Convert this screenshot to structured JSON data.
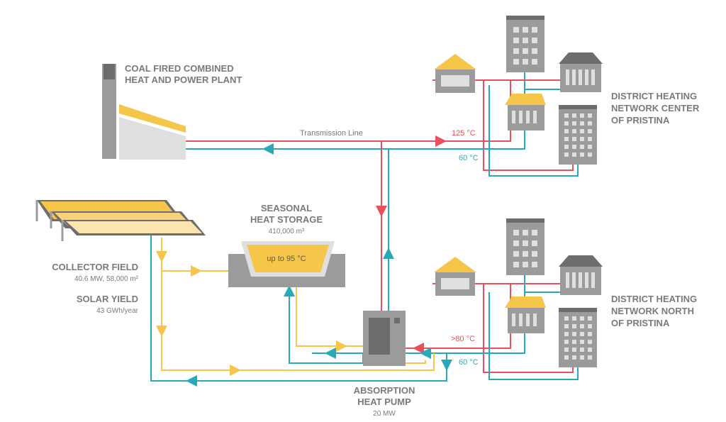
{
  "plant": {
    "title_line1": "COAL FIRED COMBINED",
    "title_line2": "HEAT AND POWER PLANT"
  },
  "transmission": {
    "label": "Transmission Line",
    "supply_temp": "125 °C",
    "return_temp": "60 °C"
  },
  "network_center": {
    "line1": "DISTRICT HEATING",
    "line2": "NETWORK CENTER",
    "line3": "OF PRISTINA"
  },
  "network_north": {
    "line1": "DISTRICT HEATING",
    "line2": "NETWORK NORTH",
    "line3": "OF PRISTINA",
    "supply_temp": ">80 °C",
    "return_temp": "60 °C"
  },
  "storage": {
    "title_line1": "SEASONAL",
    "title_line2": "HEAT STORAGE",
    "capacity": "410,000 m³",
    "temperature": "up to 95 °C"
  },
  "collector": {
    "title": "COLLECTOR FIELD",
    "specs": "40.6 MW, 58,000 m²"
  },
  "solar_yield": {
    "title": "SOLAR YIELD",
    "value": "43 GWh/year"
  },
  "heat_pump": {
    "title_line1": "ABSORPTION",
    "title_line2": "HEAT PUMP",
    "capacity": "20 MW"
  },
  "colors": {
    "supply": "#e8505b",
    "return": "#29a8b8",
    "solar": "#f6c64a",
    "building": "#9b9b9b",
    "accent_roof": "#f6c64a"
  }
}
